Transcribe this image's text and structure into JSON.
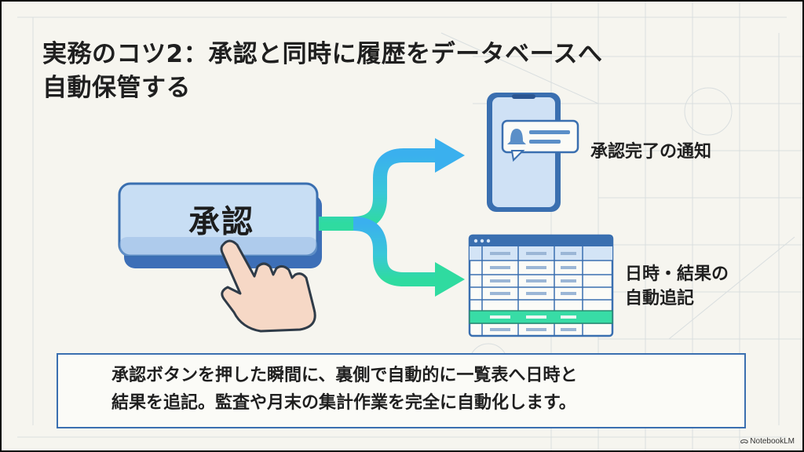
{
  "slide": {
    "title_lines": [
      "実務のコツ2：承認と同時に履歴をデータベースへ",
      "自動保管する"
    ],
    "button_label": "承認",
    "phone_label": "承認完了の通知",
    "table_label_lines": [
      "日時・結果の",
      "自動追記"
    ],
    "caption_lines": [
      "承認ボタンを押した瞬間に、裏側で自動的に一覧表へ日時と",
      "結果を追記。監査や月末の集計作業を完全に自動化します。"
    ]
  },
  "watermark": {
    "text": "NotebookLM",
    "icon": "notebooklm-logo-icon"
  },
  "colors": {
    "background": "#f6f5ef",
    "accent_blue": "#3a6fb0",
    "button_face": "#c6dcf3",
    "arrow_cyan": "#39b4ea",
    "arrow_green": "#2fd6a0",
    "highlight_row": "#38dca6"
  }
}
